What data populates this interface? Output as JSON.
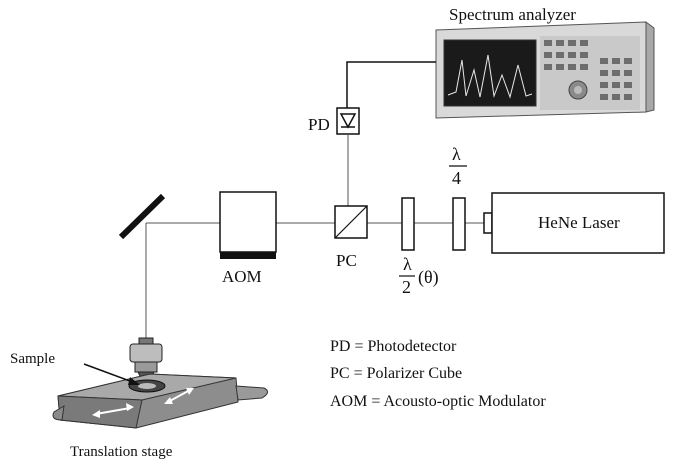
{
  "labels": {
    "spectrum_analyzer": "Spectrum analyzer",
    "pd": "PD",
    "aom": "AOM",
    "pc": "PC",
    "hene_laser": "HeNe Laser",
    "quarter_wave_num": "λ",
    "quarter_wave_den": "4",
    "half_wave_num": "λ",
    "half_wave_den": "2",
    "half_wave_angle": "(θ)",
    "sample": "Sample",
    "translation_stage": "Translation stage"
  },
  "legend": [
    "PD = Photodetector",
    "PC = Polarizer Cube",
    "AOM = Acousto-optic Modulator"
  ]
}
